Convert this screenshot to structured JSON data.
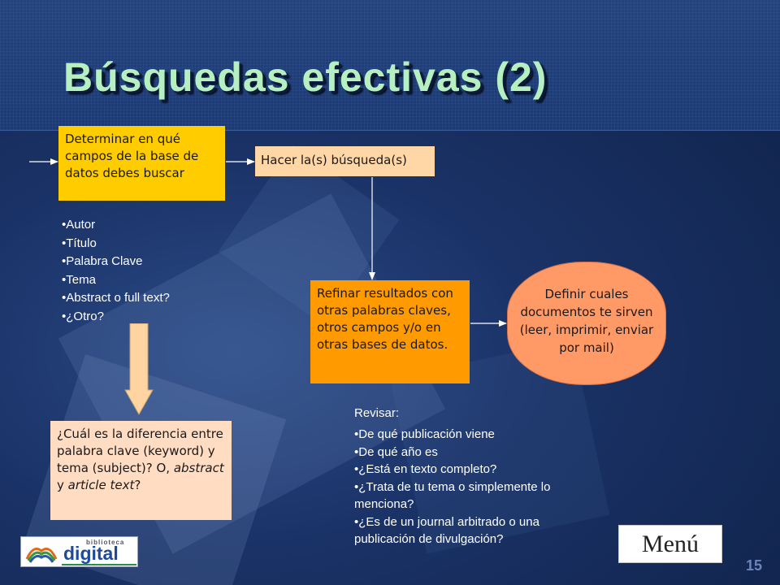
{
  "slide": {
    "title": "Búsquedas efectivas (2)",
    "page_number": "15"
  },
  "boxes": {
    "campos": "Determinar en qué campos de la base de datos debes buscar",
    "busqueda": "Hacer la(s) búsqueda(s)",
    "refinar": "Refinar resultados con otras palabras claves, otros campos y/o en otras bases de datos.",
    "definir": "Definir cuales documentos te sirven (leer, imprimir, enviar por mail)",
    "diferencia": {
      "part1": "¿Cuál es la diferencia entre palabra clave (keyword) y tema (subject)? O, ",
      "em1": "abstract",
      "part2": " y ",
      "em2": "article text",
      "part3": "?"
    }
  },
  "fields_list": [
    "Autor",
    "Título",
    "Palabra Clave",
    "Tema",
    "Abstract o full text?",
    "¿Otro?"
  ],
  "review": {
    "heading": "Revisar:",
    "items": [
      "De qué publicación viene",
      "De qué año es",
      "¿Está en texto completo?",
      "¿Trata de tu tema o simplemente lo menciona?",
      "¿Es de un journal arbitrado o una publicación de divulgación?"
    ]
  },
  "logo": {
    "small_text": "biblioteca",
    "main_text": "digital"
  },
  "menu_button": {
    "label": "Menú"
  },
  "colors": {
    "title": "#b7f0c0",
    "box_campos": "#ffcc00",
    "box_busqueda": "#ffd6a6",
    "box_refinar": "#ff9a00",
    "box_definir": "#ff9966",
    "box_diferencia": "#ffdcc2",
    "arrow_fill": "#ffd4a0",
    "background": "#1a3266"
  },
  "icons": {
    "down_arrow": "down-arrow-icon",
    "logo": "biblioteca-digital-logo"
  }
}
